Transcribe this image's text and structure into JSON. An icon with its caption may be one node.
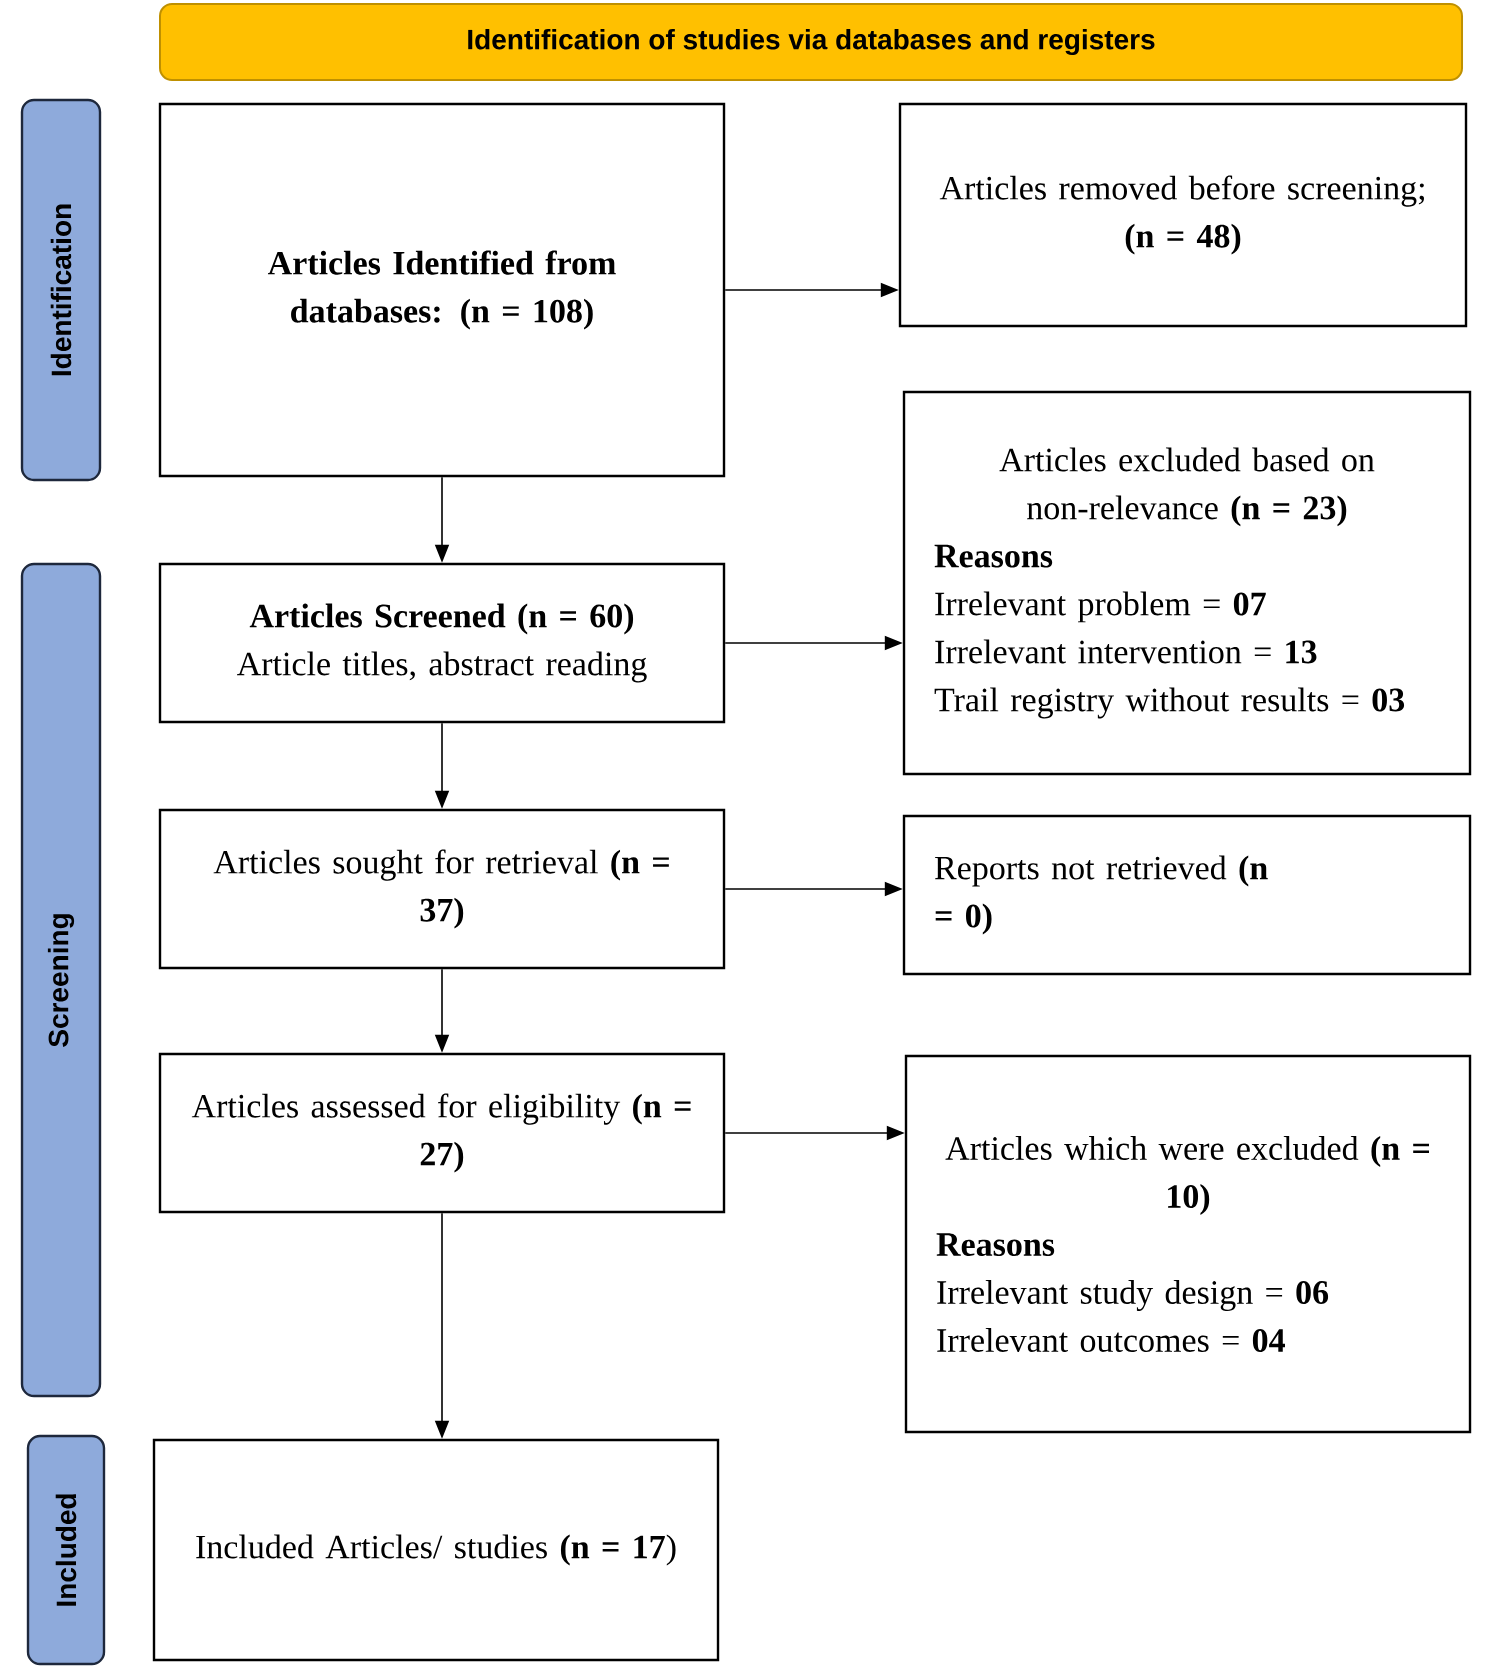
{
  "diagram": {
    "nodes": [
      {
        "text": [
          "Identification of studies via databases and registers"
        ]
      },
      {
        "text": [
          "Identification"
        ]
      },
      {
        "text": [
          "Screening"
        ]
      },
      {
        "text": [
          "Included"
        ]
      },
      {
        "text": [
          "Articles Identified from databases: (n = 108)"
        ]
      },
      {
        "text": [
          "Articles removed before screening; **(n = 48)**"
        ]
      },
      {
        "text": [
          "Articles excluded based on non-relevance **(n = 23)**",
          "Reasons",
          "Irrelevant problem = **07**",
          "Irrelevant intervention = **13**",
          "Trail registry without results = **03**"
        ]
      },
      {
        "text": [
          "Articles Screened (n = 60)",
          "Article titles, abstract reading"
        ]
      },
      {
        "text": [
          "Articles sought for retrieval **(n = 37)**"
        ]
      },
      {
        "text": [
          "Reports not retrieved **(n = 0)**"
        ]
      },
      {
        "text": [
          "Articles assessed for eligibility **(n = 27)**"
        ]
      },
      {
        "text": [
          "Articles which were excluded **(n = 10)**",
          "Reasons",
          "Irrelevant study design = **06**",
          "Irrelevant outcomes = **04**"
        ]
      },
      {
        "text": [
          "Included Articles/ studies **(n = 17**)"
        ]
      }
    ],
    "edges": [
      {
        "from": 4,
        "to": 5,
        "arrow": "to"
      },
      {
        "from": 4,
        "to": 7,
        "arrow": "to"
      },
      {
        "from": 7,
        "to": 6,
        "arrow": "to"
      },
      {
        "from": 7,
        "to": 8,
        "arrow": "to"
      },
      {
        "from": 8,
        "to": 9,
        "arrow": "to"
      },
      {
        "from": 8,
        "to": 10,
        "arrow": "to"
      },
      {
        "from": 10,
        "to": 11,
        "arrow": "to"
      },
      {
        "from": 10,
        "to": 12,
        "arrow": "to"
      }
    ]
  }
}
